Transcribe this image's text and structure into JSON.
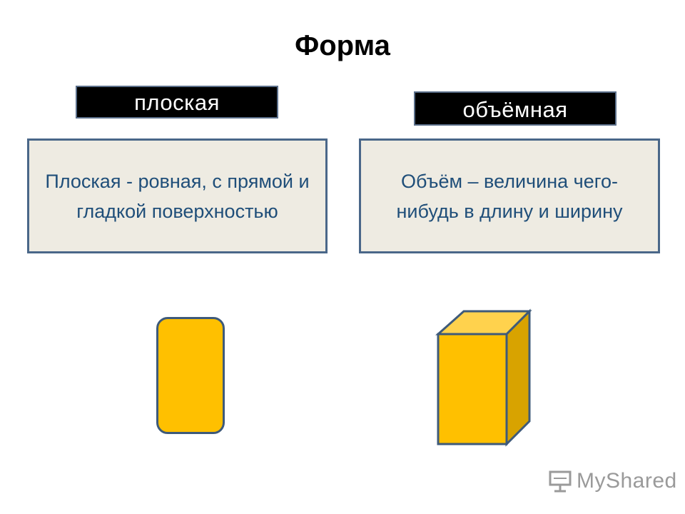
{
  "slide": {
    "title": "Форма",
    "left": {
      "label": "плоская",
      "description": "Плоская - ровная, с прямой и гладкой поверхностью"
    },
    "right": {
      "label": "объёмная",
      "description": "Объём – величина чего-нибудь в длину и ширину"
    }
  },
  "watermark": {
    "text": "MyShared",
    "icon": "presentation-board-icon"
  },
  "colors": {
    "shape_fill": "#ffc000",
    "shape_top": "#ffd24d",
    "shape_side": "#d8a300",
    "shape_border": "#3e5a7a",
    "box_fill": "#eeebe2",
    "box_text": "#1f4e79"
  }
}
